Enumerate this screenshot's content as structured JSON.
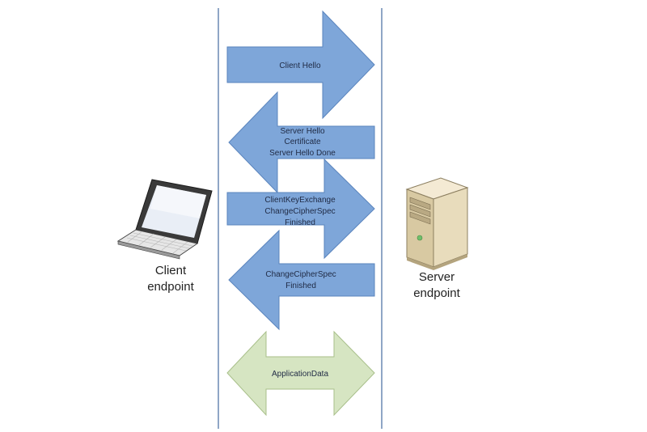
{
  "colors": {
    "arrow_blue": "#7ea6d9",
    "arrow_blue_stroke": "#5a84bd",
    "arrow_green": "#d6e5c2",
    "arrow_green_stroke": "#a8bf8a",
    "lifeline": "#8fa6c6"
  },
  "client": {
    "icon": "laptop-icon",
    "label_line1": "Client",
    "label_line2": "endpoint"
  },
  "server": {
    "icon": "server-tower-icon",
    "label_line1": "Server",
    "label_line2": "endpoint"
  },
  "messages": [
    {
      "direction": "client-to-server",
      "lines": [
        "Client Hello"
      ]
    },
    {
      "direction": "server-to-client",
      "lines": [
        "Server Hello",
        "Certificate",
        "Server Hello Done"
      ]
    },
    {
      "direction": "client-to-server",
      "lines": [
        "ClientKeyExchange",
        "ChangeCipherSpec",
        "Finished"
      ]
    },
    {
      "direction": "server-to-client",
      "lines": [
        "ChangeCipherSpec",
        "Finished"
      ]
    },
    {
      "direction": "bidirectional",
      "lines": [
        "ApplicationData"
      ]
    }
  ]
}
